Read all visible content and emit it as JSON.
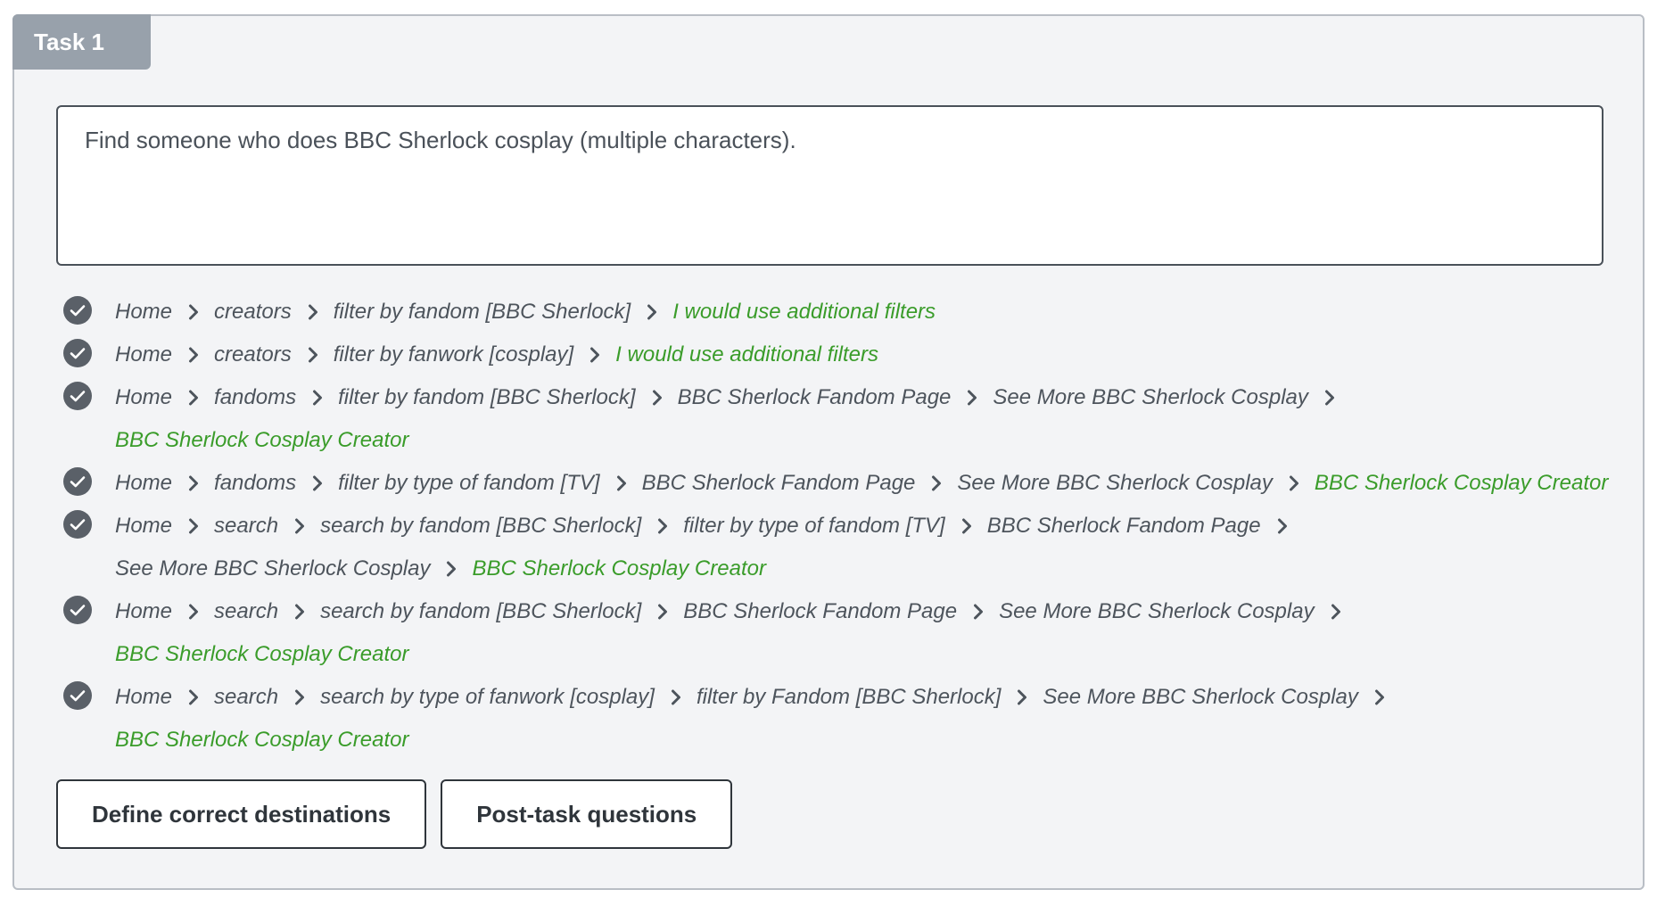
{
  "task": {
    "tab_label": "Task 1",
    "description": "Find someone who does BBC Sherlock cosplay (multiple characters)."
  },
  "colors": {
    "panel_bg": "#f3f4f6",
    "tab_bg": "#98a1ab",
    "text": "#4d545c",
    "success_green": "#3a9c2a",
    "check_bg": "#5a6068"
  },
  "paths": [
    {
      "icon": "check-circle-icon",
      "steps": [
        {
          "label": "Home",
          "final": false
        },
        {
          "label": "creators",
          "final": false
        },
        {
          "label": "filter by fandom [BBC Sherlock]",
          "final": false
        },
        {
          "label": "I would use additional filters",
          "final": true
        }
      ]
    },
    {
      "icon": "check-circle-icon",
      "steps": [
        {
          "label": "Home",
          "final": false
        },
        {
          "label": "creators",
          "final": false
        },
        {
          "label": "filter by fanwork [cosplay]",
          "final": false
        },
        {
          "label": "I would use additional filters",
          "final": true
        }
      ]
    },
    {
      "icon": "check-circle-icon",
      "steps": [
        {
          "label": "Home",
          "final": false
        },
        {
          "label": "fandoms",
          "final": false
        },
        {
          "label": "filter by fandom [BBC Sherlock]",
          "final": false
        },
        {
          "label": "BBC Sherlock Fandom Page",
          "final": false
        },
        {
          "label": "See More BBC Sherlock Cosplay",
          "final": false
        },
        {
          "label": "BBC Sherlock Cosplay Creator",
          "final": true
        }
      ]
    },
    {
      "icon": "check-circle-icon",
      "steps": [
        {
          "label": "Home",
          "final": false
        },
        {
          "label": "fandoms",
          "final": false
        },
        {
          "label": "filter by type of fandom [TV]",
          "final": false
        },
        {
          "label": "BBC Sherlock Fandom Page",
          "final": false
        },
        {
          "label": "See More BBC Sherlock Cosplay",
          "final": false
        },
        {
          "label": "BBC Sherlock Cosplay Creator",
          "final": true
        }
      ]
    },
    {
      "icon": "check-circle-icon",
      "steps": [
        {
          "label": "Home",
          "final": false
        },
        {
          "label": "search",
          "final": false
        },
        {
          "label": "search by fandom [BBC Sherlock]",
          "final": false
        },
        {
          "label": "filter by type of fandom [TV]",
          "final": false
        },
        {
          "label": "BBC Sherlock Fandom Page",
          "final": false
        },
        {
          "label": "See More BBC Sherlock Cosplay",
          "final": false
        },
        {
          "label": "BBC Sherlock Cosplay Creator",
          "final": true
        }
      ]
    },
    {
      "icon": "check-circle-icon",
      "steps": [
        {
          "label": "Home",
          "final": false
        },
        {
          "label": "search",
          "final": false
        },
        {
          "label": "search by fandom [BBC Sherlock]",
          "final": false
        },
        {
          "label": "BBC Sherlock Fandom Page",
          "final": false
        },
        {
          "label": "See More BBC Sherlock Cosplay",
          "final": false
        },
        {
          "label": "BBC Sherlock Cosplay Creator",
          "final": true
        }
      ]
    },
    {
      "icon": "check-circle-icon",
      "steps": [
        {
          "label": "Home",
          "final": false
        },
        {
          "label": "search",
          "final": false
        },
        {
          "label": "search by type of fanwork [cosplay]",
          "final": false
        },
        {
          "label": "filter by Fandom [BBC Sherlock]",
          "final": false
        },
        {
          "label": "See More BBC Sherlock Cosplay",
          "final": false
        },
        {
          "label": "BBC Sherlock Cosplay Creator",
          "final": true
        }
      ]
    }
  ],
  "actions": {
    "define_label": "Define correct destinations",
    "post_task_label": "Post-task questions"
  }
}
